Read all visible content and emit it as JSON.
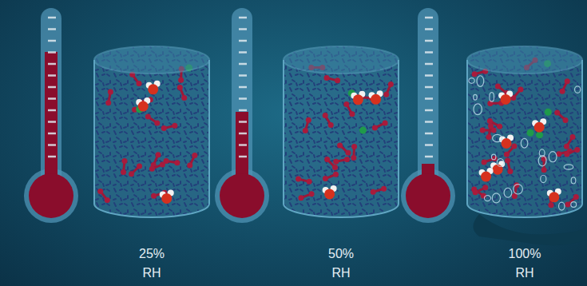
{
  "diagram": {
    "labels": [
      "25% RH",
      "50% RH",
      "100% RH"
    ]
  }
}
